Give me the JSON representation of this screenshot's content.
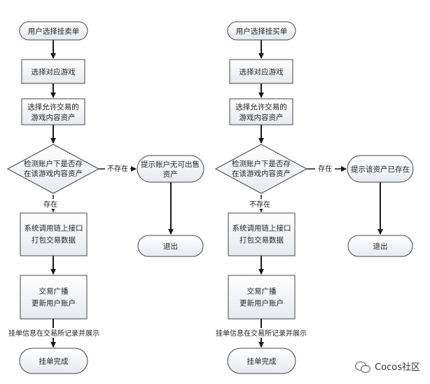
{
  "diagram": {
    "left": {
      "start": "用户选择挂卖单",
      "step1": "选择对应游戏",
      "step2": [
        "选择允许交易的",
        "游戏内容资产"
      ],
      "decision": [
        "检测账户下是否存",
        "在该游戏内容资产"
      ],
      "side": [
        "提示账户无可出售",
        "资产"
      ],
      "exit": "退出",
      "step3": [
        "系统调用链上接口",
        "打包交易数据"
      ],
      "step4": [
        "交易广播",
        "更新用户账户"
      ],
      "final": "挂单完成",
      "edge_yes": "存在",
      "edge_no": "不存在",
      "edge_record": "挂单信息在交易所记录并展示"
    },
    "right": {
      "start": "用户选择挂买单",
      "step1": "选择对应游戏",
      "step2": [
        "选择允许交易的",
        "游戏内容资产"
      ],
      "decision": [
        "检测账户下是否存",
        "在该游戏内容资产"
      ],
      "side": "提示该资产已存在",
      "exit": "退出",
      "step3": [
        "系统调用链上接口",
        "打包交易数据"
      ],
      "step4": [
        "交易广播",
        "更新用户账户"
      ],
      "final": "挂单完成",
      "edge_yes": "存在",
      "edge_no": "不存在",
      "edge_record": "挂单信息在交易所记录并展示"
    }
  },
  "watermark": {
    "text": "Cocos社区",
    "icon": "wechat-icon"
  }
}
